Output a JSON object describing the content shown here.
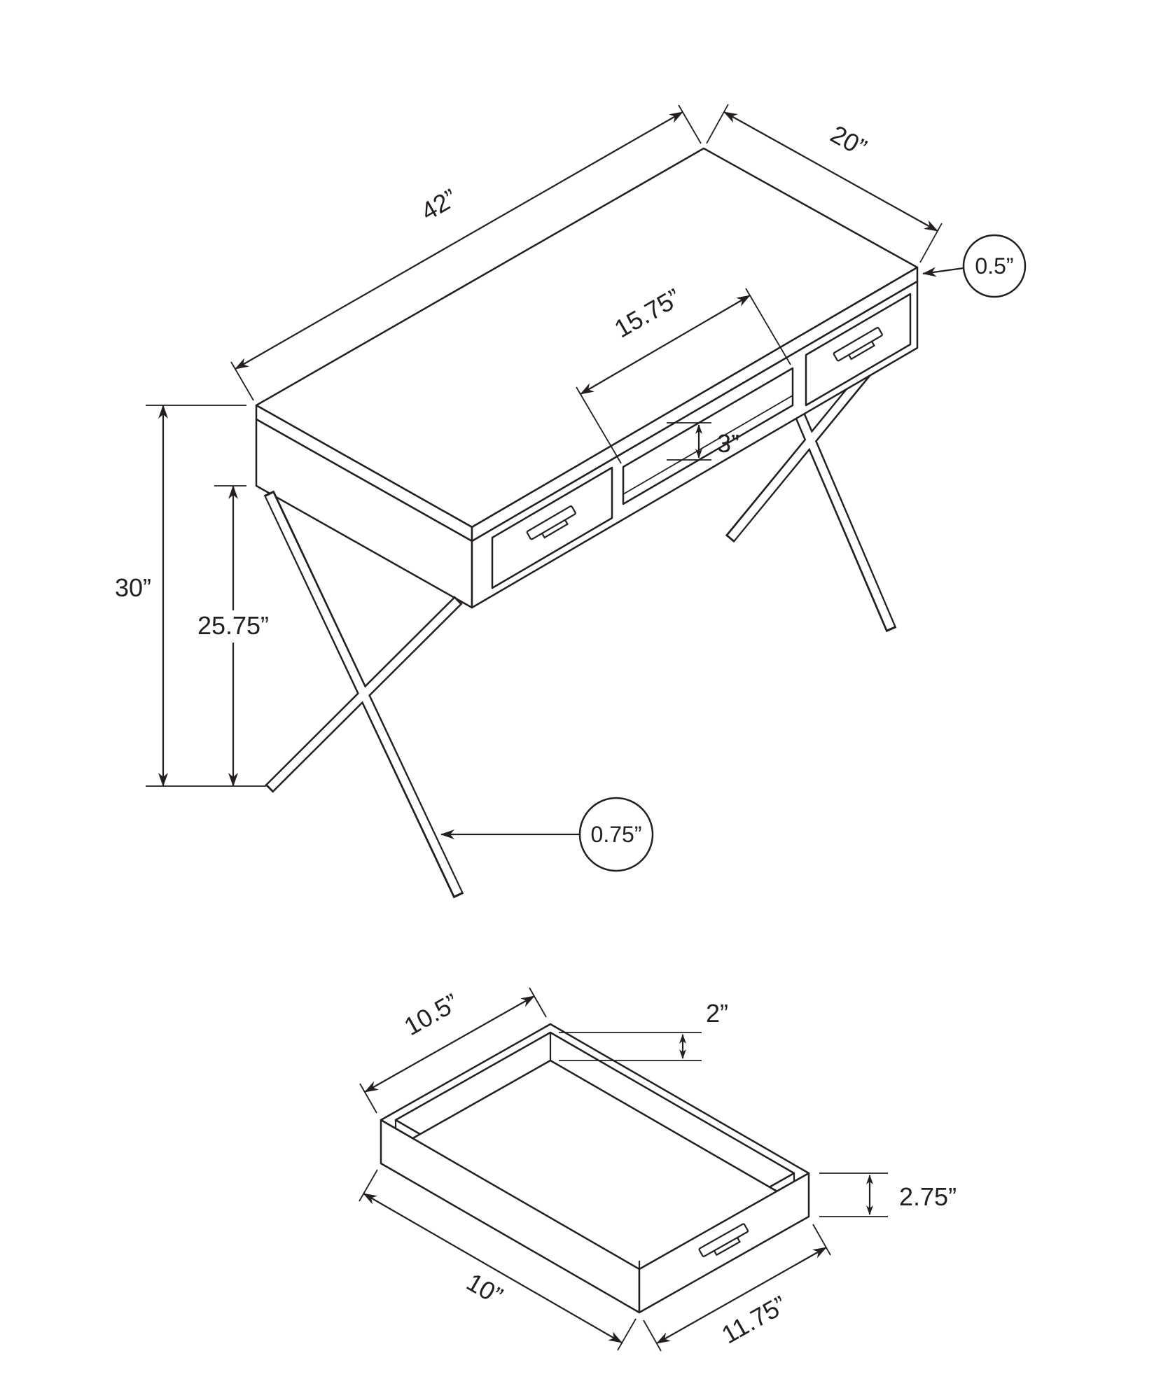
{
  "drawing": {
    "type": "furniture-assembly-dimension-diagram",
    "subject": "computer desk with X-shaped metal legs, two drawers and open center compartment",
    "views": [
      "desk-isometric-view",
      "drawer-detail-view"
    ]
  },
  "colors": {
    "line": "#231f20",
    "background": "#ffffff"
  },
  "dimensions": {
    "desk": {
      "top_width": "42”",
      "top_depth": "20”",
      "top_thickness": "0.5”",
      "compartment_width": "15.75”",
      "compartment_height": "3”",
      "overall_height": "30”",
      "clearance_height": "25.75”",
      "leg_diameter": "0.75”"
    },
    "drawer": {
      "inner_width": "10.5”",
      "inner_depth": "2”",
      "front_height": "2.75”",
      "side_depth": "10”",
      "front_width": "11.75”"
    }
  }
}
